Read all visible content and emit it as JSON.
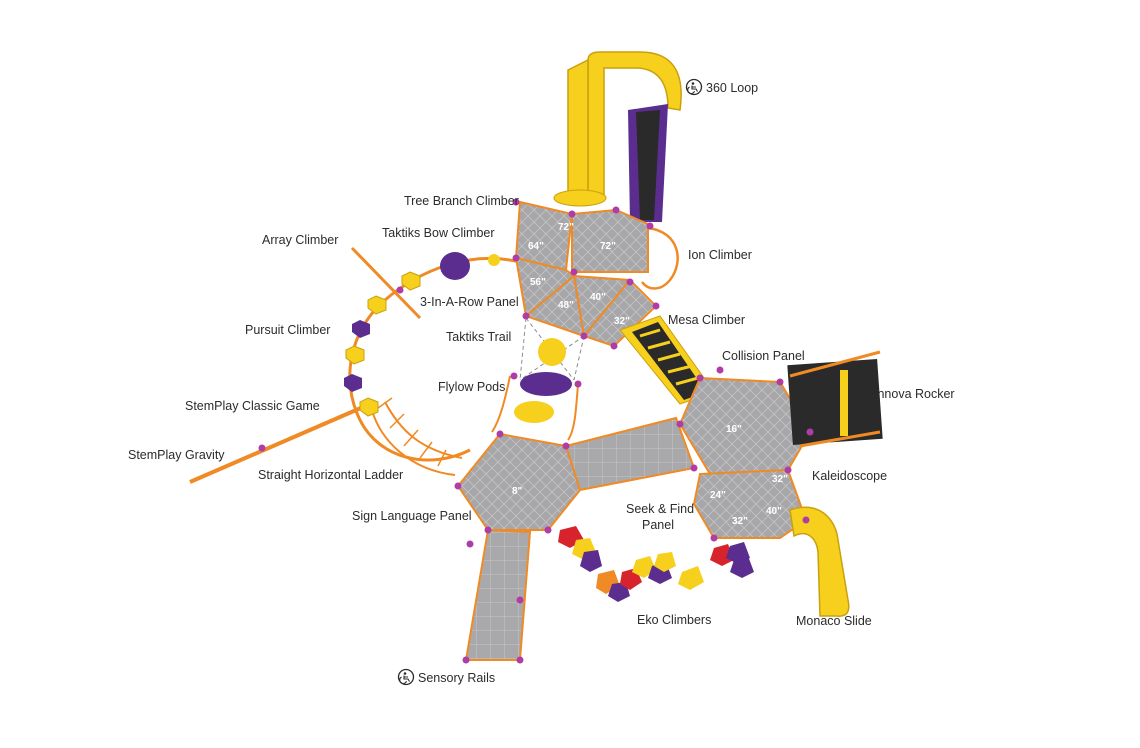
{
  "labels": {
    "loop_360": "360 Loop",
    "tree_branch": "Tree Branch Climber",
    "array_climber": "Array Climber",
    "taktiks_bow": "Taktiks Bow Climber",
    "ion_climber": "Ion Climber",
    "three_in_row": "3-In-A-Row Panel",
    "pursuit_climber": "Pursuit Climber",
    "mesa_climber": "Mesa Climber",
    "taktiks_trail": "Taktiks Trail",
    "collision_panel": "Collision Panel",
    "flylow_pods": "Flylow Pods",
    "innova_rocker": "Innova Rocker",
    "stemplay_classic": "StemPlay Classic Game",
    "stemplay_gravity": "StemPlay Gravity",
    "kaleidoscope": "Kaleidoscope",
    "straight_ladder": "Straight Horizontal Ladder",
    "seek_find_1": "Seek & Find",
    "seek_find_2": "Panel",
    "sign_language": "Sign Language Panel",
    "eko_climbers": "Eko Climbers",
    "monaco_slide": "Monaco Slide",
    "sensory_rails": "Sensory Rails"
  },
  "measurements": {
    "m72a": "72\"",
    "m72b": "72\"",
    "m64": "64\"",
    "m56": "56\"",
    "m48": "48\"",
    "m40a": "40\"",
    "m32a": "32\"",
    "m16": "16\"",
    "m8": "8\"",
    "m24": "24\"",
    "m32b": "32\"",
    "m32c": "32\"",
    "m40b": "40\""
  },
  "icons": {
    "accessible_badge": "accessibility-badge-icon"
  },
  "colors": {
    "deck": "#a9a9ab",
    "deck_grid": "#d7d7d9",
    "rail": "#f08a24",
    "yellow": "#f7cf1d",
    "purple": "#5b2d8e",
    "post": "#b03da6",
    "red": "#d7242c",
    "black": "#2a2a2a"
  }
}
